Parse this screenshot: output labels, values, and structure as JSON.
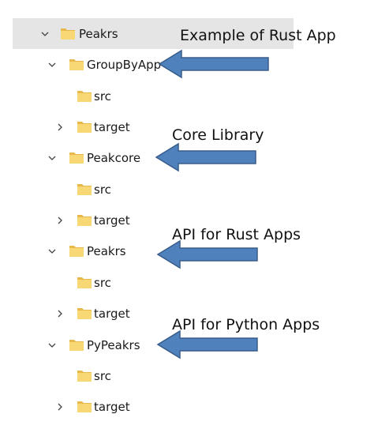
{
  "tree": {
    "items": [
      {
        "label": "Peakrs",
        "chevron": "down"
      },
      {
        "label": "GroupByApp",
        "chevron": "down"
      },
      {
        "label": "src",
        "chevron": "none"
      },
      {
        "label": "target",
        "chevron": "right"
      },
      {
        "label": "Peakcore",
        "chevron": "down"
      },
      {
        "label": "src",
        "chevron": "none"
      },
      {
        "label": "target",
        "chevron": "right"
      },
      {
        "label": "Peakrs",
        "chevron": "down"
      },
      {
        "label": "src",
        "chevron": "none"
      },
      {
        "label": "target",
        "chevron": "right"
      },
      {
        "label": "PyPeakrs",
        "chevron": "down"
      },
      {
        "label": "src",
        "chevron": "none"
      },
      {
        "label": "target",
        "chevron": "right"
      }
    ]
  },
  "annotations": [
    {
      "text": "Example of Rust App"
    },
    {
      "text": "Core Library"
    },
    {
      "text": "API for Rust Apps"
    },
    {
      "text": "API for Python Apps"
    }
  ],
  "colors": {
    "folder_body": "#f8d775",
    "folder_tab": "#e8b94a",
    "arrow_fill": "#4f81bd",
    "arrow_stroke": "#385d8a",
    "selection": "#e5e5e5"
  }
}
